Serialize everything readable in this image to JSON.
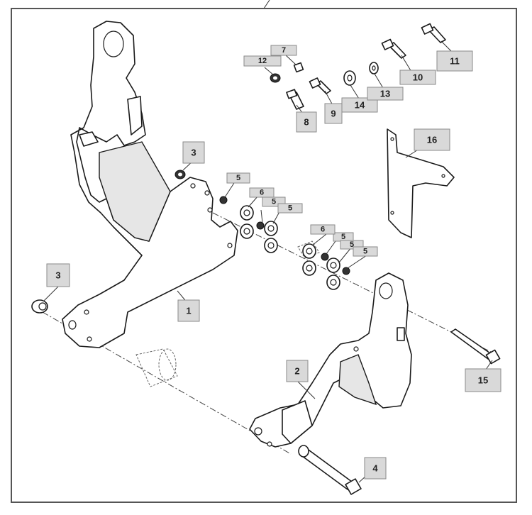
{
  "callouts": [
    {
      "label": "1"
    },
    {
      "label": "2"
    },
    {
      "label": "3"
    },
    {
      "label": "3"
    },
    {
      "label": "4"
    },
    {
      "label": "5"
    },
    {
      "label": "5"
    },
    {
      "label": "5"
    },
    {
      "label": "5"
    },
    {
      "label": "5"
    },
    {
      "label": "5"
    },
    {
      "label": "6"
    },
    {
      "label": "6"
    },
    {
      "label": "7"
    },
    {
      "label": "8"
    },
    {
      "label": "9"
    },
    {
      "label": "10"
    },
    {
      "label": "11"
    },
    {
      "label": "12"
    },
    {
      "label": "13"
    },
    {
      "label": "14"
    },
    {
      "label": "15"
    },
    {
      "label": "16"
    }
  ]
}
